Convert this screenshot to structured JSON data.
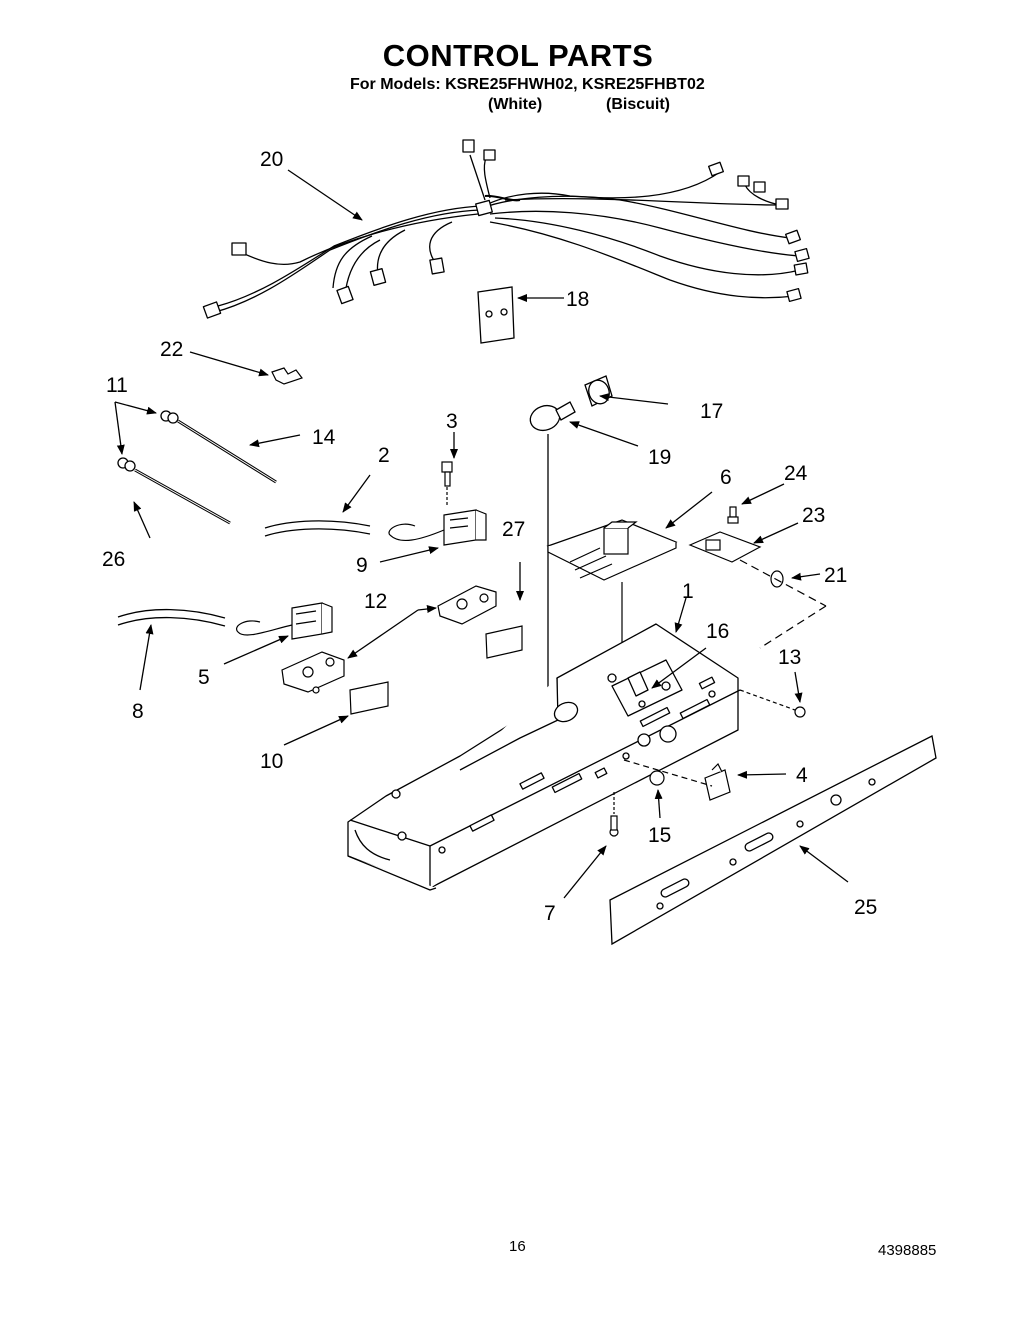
{
  "header": {
    "title": "CONTROL PARTS",
    "models_line": "For Models: KSRE25FHWH02, KSRE25FHBT02",
    "variant_1": "(White)",
    "variant_2": "(Biscuit)"
  },
  "callouts": [
    "1",
    "2",
    "3",
    "4",
    "5",
    "6",
    "7",
    "8",
    "9",
    "10",
    "11",
    "12",
    "13",
    "14",
    "15",
    "16",
    "17",
    "18",
    "19",
    "20",
    "21",
    "22",
    "23",
    "24",
    "25",
    "26",
    "27"
  ],
  "footer": {
    "page_number": "16",
    "part_number": "4398885"
  }
}
